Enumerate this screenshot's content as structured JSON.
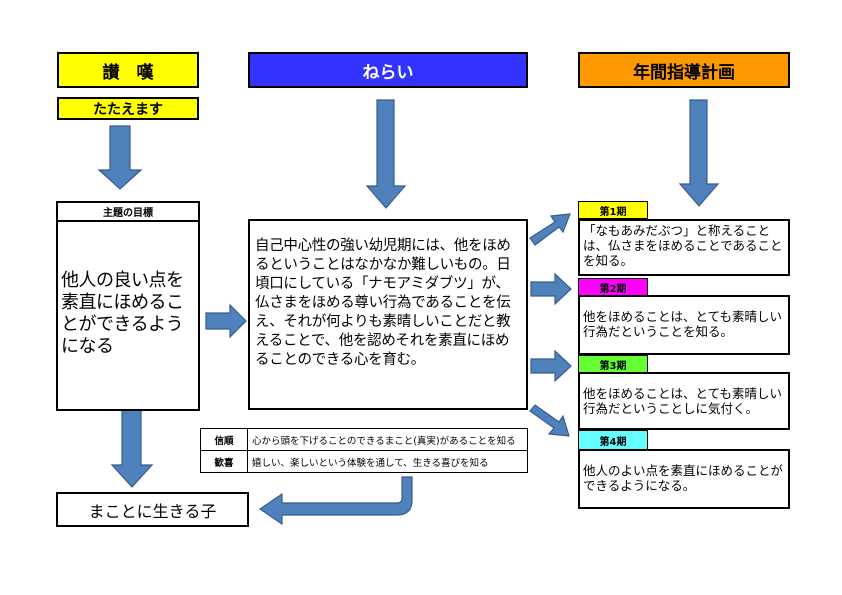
{
  "headers": {
    "praise": {
      "label": "讃　嘆",
      "color": "#ffff00"
    },
    "aim": {
      "label": "ねらい",
      "color": "#3333ff",
      "text_color": "#ffffff"
    },
    "annual_plan": {
      "label": "年間指導計画",
      "color": "#ff9900"
    }
  },
  "praise_sub": {
    "label": "たたえます",
    "color": "#ffff00"
  },
  "theme_goal": {
    "title": "主題の目標",
    "text": "他人の良い点を素直にほめることができるようになる"
  },
  "aim_text": "自己中心性の強い幼児期には、他をほめるということはなかなか難しいもの。日頃口にしている「ナモアミダブツ」が、仏さまをほめる尊い行為であることを伝え、それが何よりも素晴しいことだと教えることで、他を認めそれを素直にほめることのできる心を育む。",
  "values_table": [
    {
      "key": "信順",
      "value": "心から頭を下げることのできるまこと(真実)があることを知る"
    },
    {
      "key": "歓喜",
      "value": "嬉しい、楽しいという体験を通して、生きる喜びを知る"
    }
  ],
  "outcome": "まことに生きる子",
  "periods": [
    {
      "label": "第1期",
      "color": "#ffff00",
      "text": "「なもあみだぶつ」と称えることは、仏さまをほめることであることを知る。"
    },
    {
      "label": "第2期",
      "color": "#ff00ff",
      "text": "他をほめることは、とても素晴しい行為だということを知る。"
    },
    {
      "label": "第3期",
      "color": "#66ff33",
      "text": "他をほめることは、とても素晴しい行為だということしに気付く。"
    },
    {
      "label": "第4期",
      "color": "#66ffff",
      "text": "他人のよい点を素直にほめることができるようになる。"
    }
  ],
  "arrow_color": "#4f81bd"
}
